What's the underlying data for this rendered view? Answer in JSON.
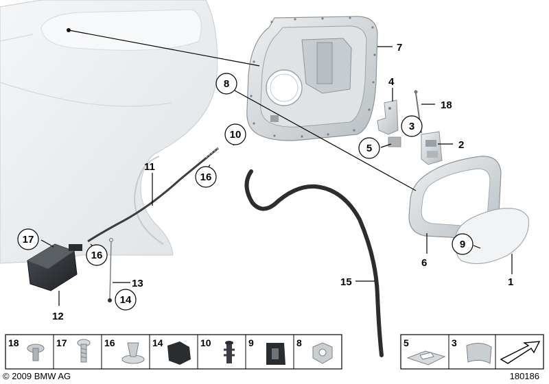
{
  "callouts": [
    {
      "id": "1",
      "circled": false
    },
    {
      "id": "2",
      "circled": false
    },
    {
      "id": "3",
      "circled": true
    },
    {
      "id": "4",
      "circled": false
    },
    {
      "id": "5",
      "circled": true
    },
    {
      "id": "6",
      "circled": false
    },
    {
      "id": "7",
      "circled": false
    },
    {
      "id": "8",
      "circled": true
    },
    {
      "id": "9",
      "circled": true
    },
    {
      "id": "10",
      "circled": true
    },
    {
      "id": "11",
      "circled": false
    },
    {
      "id": "12",
      "circled": false
    },
    {
      "id": "13",
      "circled": false
    },
    {
      "id": "14",
      "circled": true
    },
    {
      "id": "15",
      "circled": false
    },
    {
      "id": "16a",
      "label": "16",
      "circled": true
    },
    {
      "id": "16b",
      "label": "16",
      "circled": true
    },
    {
      "id": "17",
      "circled": true
    },
    {
      "id": "18",
      "circled": false
    }
  ],
  "parts_strip_left": [
    "18",
    "17",
    "16",
    "14",
    "10",
    "9",
    "8"
  ],
  "parts_strip_right": [
    "5",
    "3"
  ],
  "footer": {
    "copyright": "© 2009 BMW AG",
    "diagram_number": "180186"
  },
  "colors": {
    "part_fill": "#e9ecee",
    "part_stroke": "#9aa1a6",
    "dark_part": "#2a2d30",
    "line": "#000000"
  }
}
